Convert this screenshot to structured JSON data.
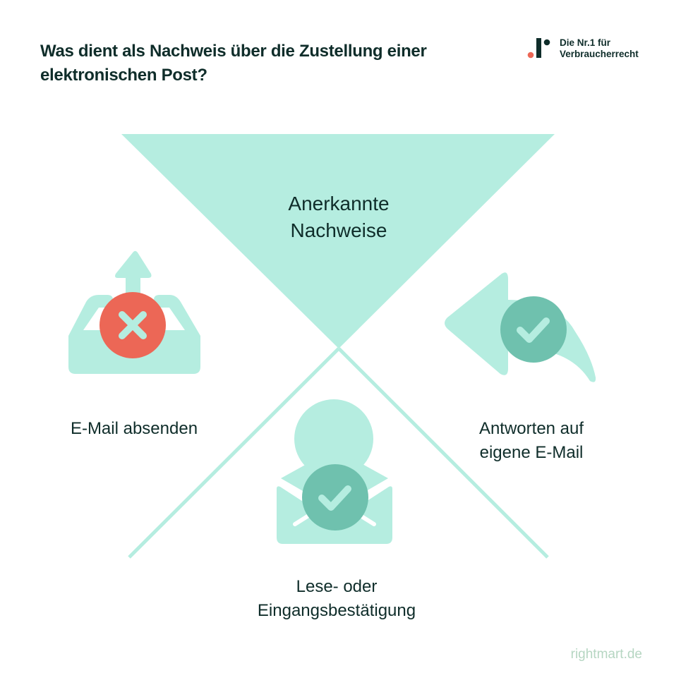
{
  "header": {
    "title_lines": [
      "Was dient als Nachweis über die Zustellung einer",
      "elektronischen Post?"
    ]
  },
  "logo": {
    "icon": "rightmart-logo-icon",
    "text_lines": [
      "Die Nr.1 für",
      "Verbraucherrecht"
    ]
  },
  "diagram": {
    "center": {
      "label_lines": [
        "Anerkannte",
        "Nachweise"
      ]
    },
    "items": [
      {
        "position": "left",
        "icon": "outbox-upload-icon",
        "status": "rejected",
        "status_icon": "x-mark-icon",
        "label_lines": [
          "E-Mail absenden"
        ]
      },
      {
        "position": "right",
        "icon": "reply-arrow-icon",
        "status": "accepted",
        "status_icon": "checkmark-icon",
        "label_lines": [
          "Antworten auf",
          "eigene E-Mail"
        ]
      },
      {
        "position": "bottom",
        "icon": "open-envelope-person-icon",
        "status": "accepted",
        "status_icon": "checkmark-icon",
        "label_lines": [
          "Lese- oder",
          "Eingangsbestätigung"
        ]
      }
    ]
  },
  "colors": {
    "mint": "#b5ede0",
    "teal": "#6fc1ae",
    "red": "#ec6756",
    "dark": "#0f2d2a",
    "footer": "#b6d6c2"
  },
  "footer": {
    "text": "rightmart.de"
  }
}
